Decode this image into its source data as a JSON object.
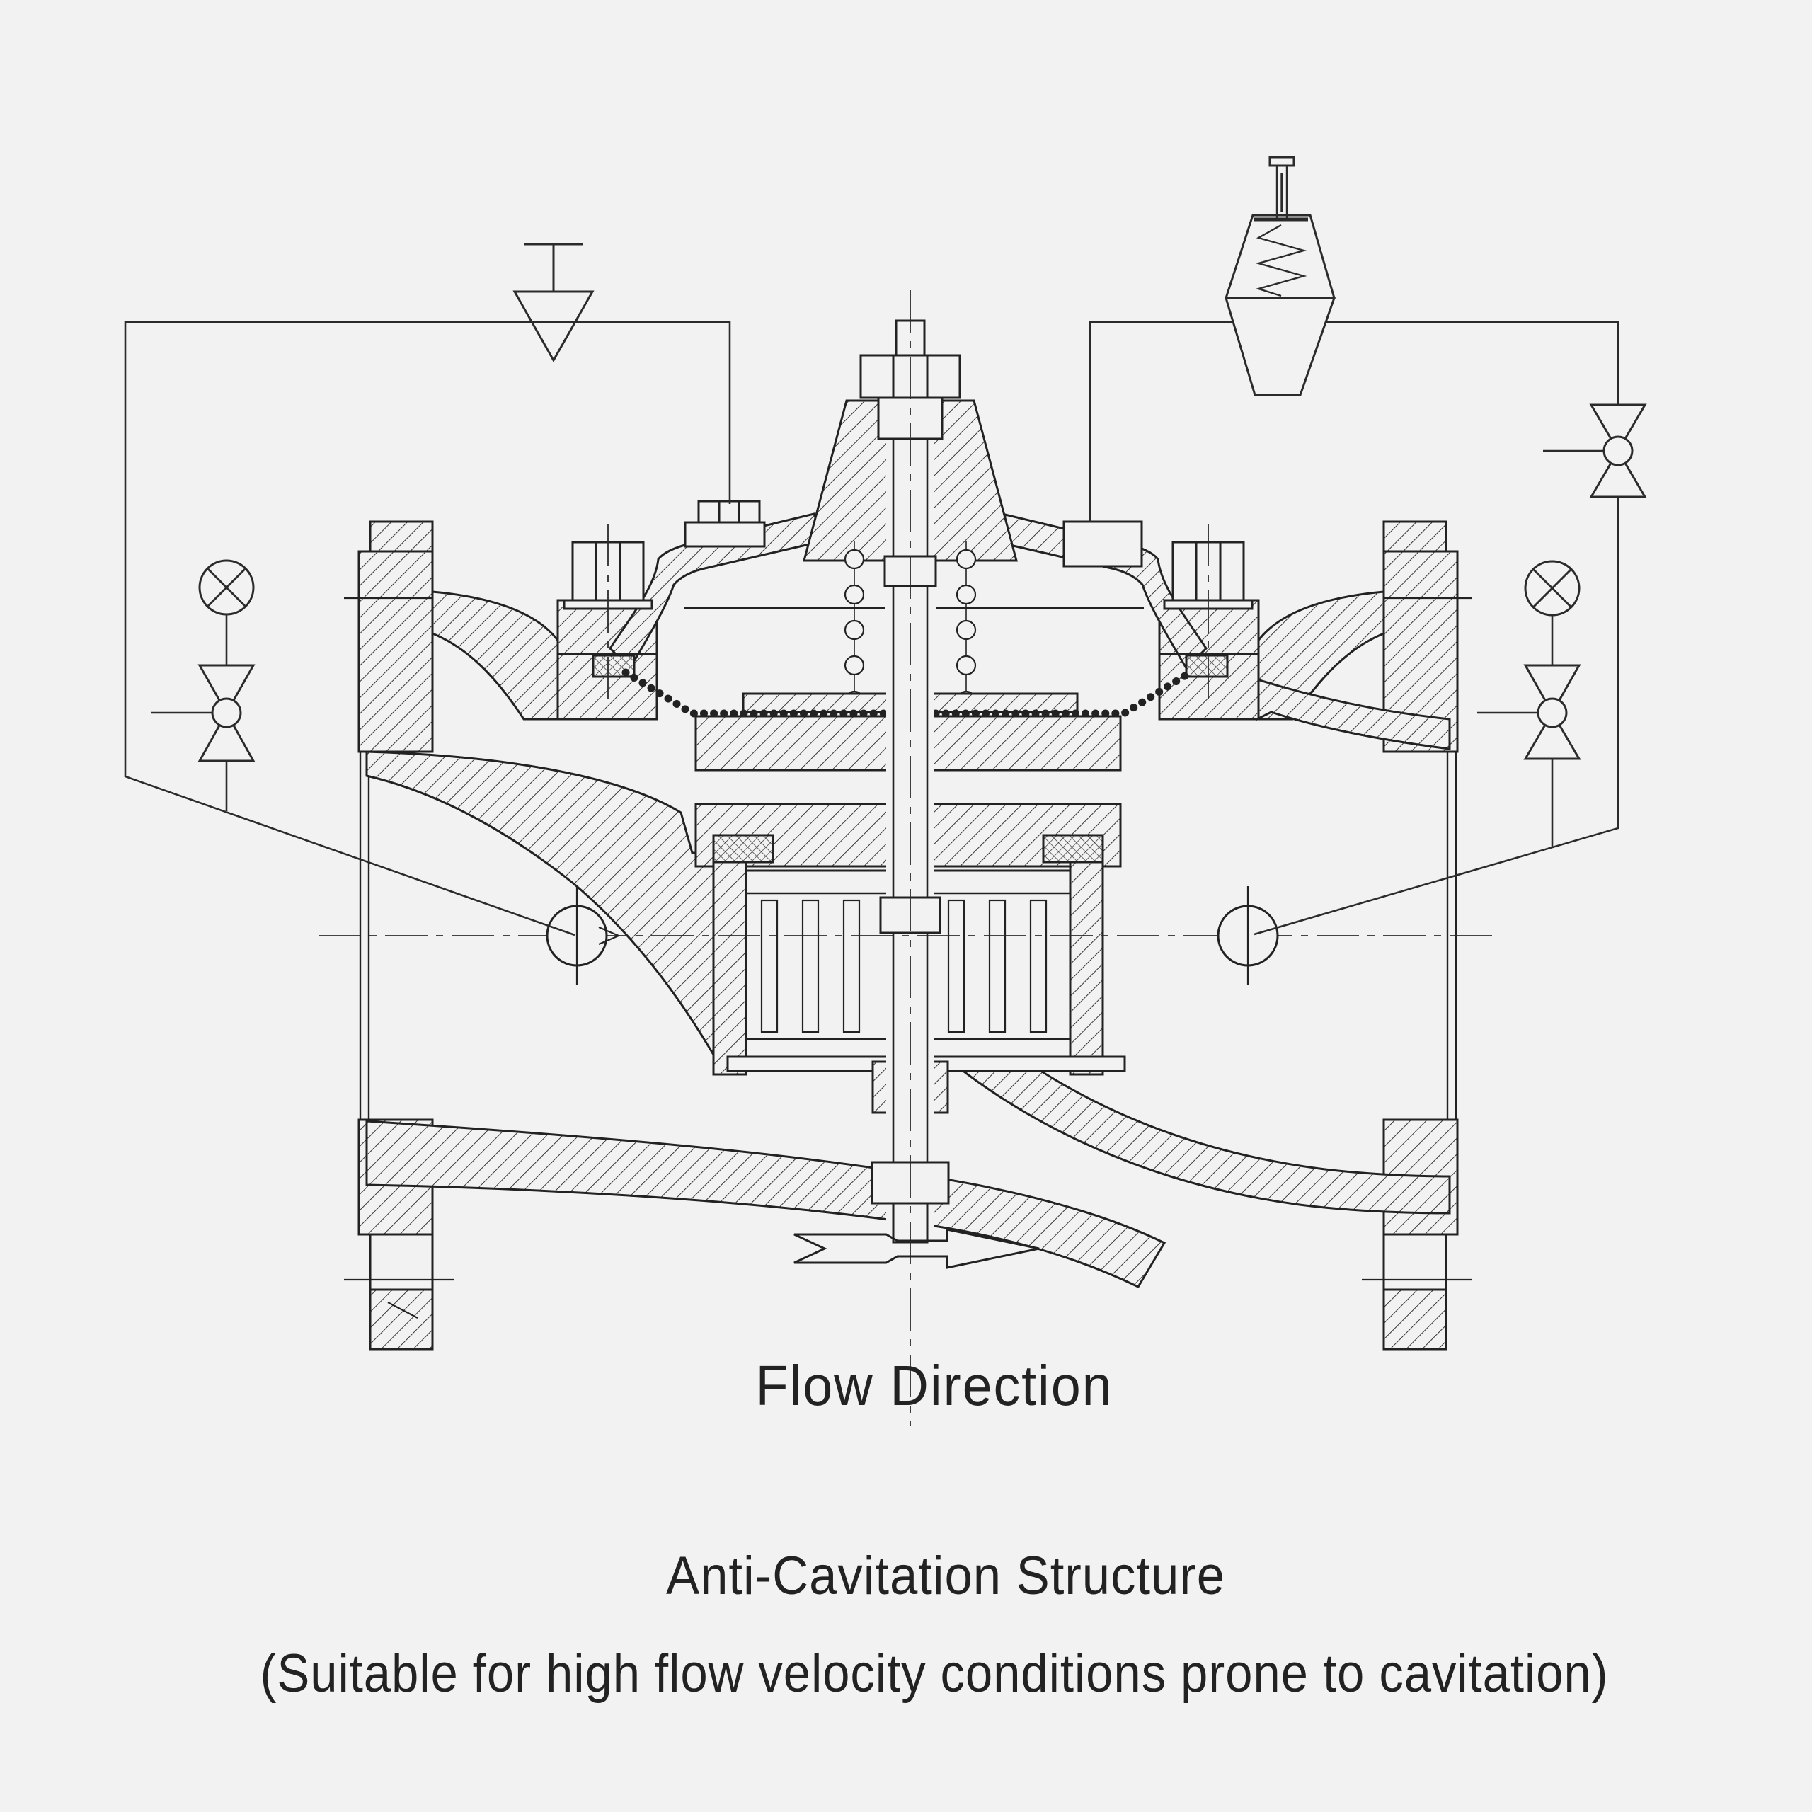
{
  "page": {
    "background_color": "#f2f2f2",
    "ink_color": "#222222"
  },
  "labels": {
    "flow_direction": "Flow Direction",
    "title": "Anti-Cavitation Structure",
    "subtitle": "(Suitable for high flow velocity conditions prone to cavitation)"
  },
  "drawing": {
    "kind": "engineering cross-section of a pilot-operated diaphragm control valve",
    "symbols": [
      {
        "name": "vent-symbol",
        "shape": "inverted open triangle with tee stem",
        "location": "upper left pilot line"
      },
      {
        "name": "pilot-valve-symbol",
        "shape": "spring-loaded cone with adjustment screw",
        "location": "upper right pilot line"
      },
      {
        "name": "gauge-icon",
        "shape": "circle with X",
        "count": 2,
        "location": "left and right gauge stubs"
      },
      {
        "name": "globe-valve-symbol",
        "shape": "bowtie with center ball",
        "count": 3,
        "location": "left stub, right stub, right riser"
      },
      {
        "name": "flow-arrow",
        "shape": "open chevron-tailed arrow pointing right",
        "location": "below valve outlet"
      }
    ],
    "components": [
      "left-flange",
      "right-flange",
      "bonnet-dome",
      "bonnet-center-boss",
      "bonnet-nut",
      "diaphragm",
      "diaphragm-plates",
      "spring-coils",
      "valve-stem",
      "anti-cavitation-cage",
      "cage-slots",
      "seat-curve",
      "body-bottom-wall",
      "pilot-tubing",
      "port-plug-left",
      "port-plug-right",
      "centerlines"
    ]
  }
}
